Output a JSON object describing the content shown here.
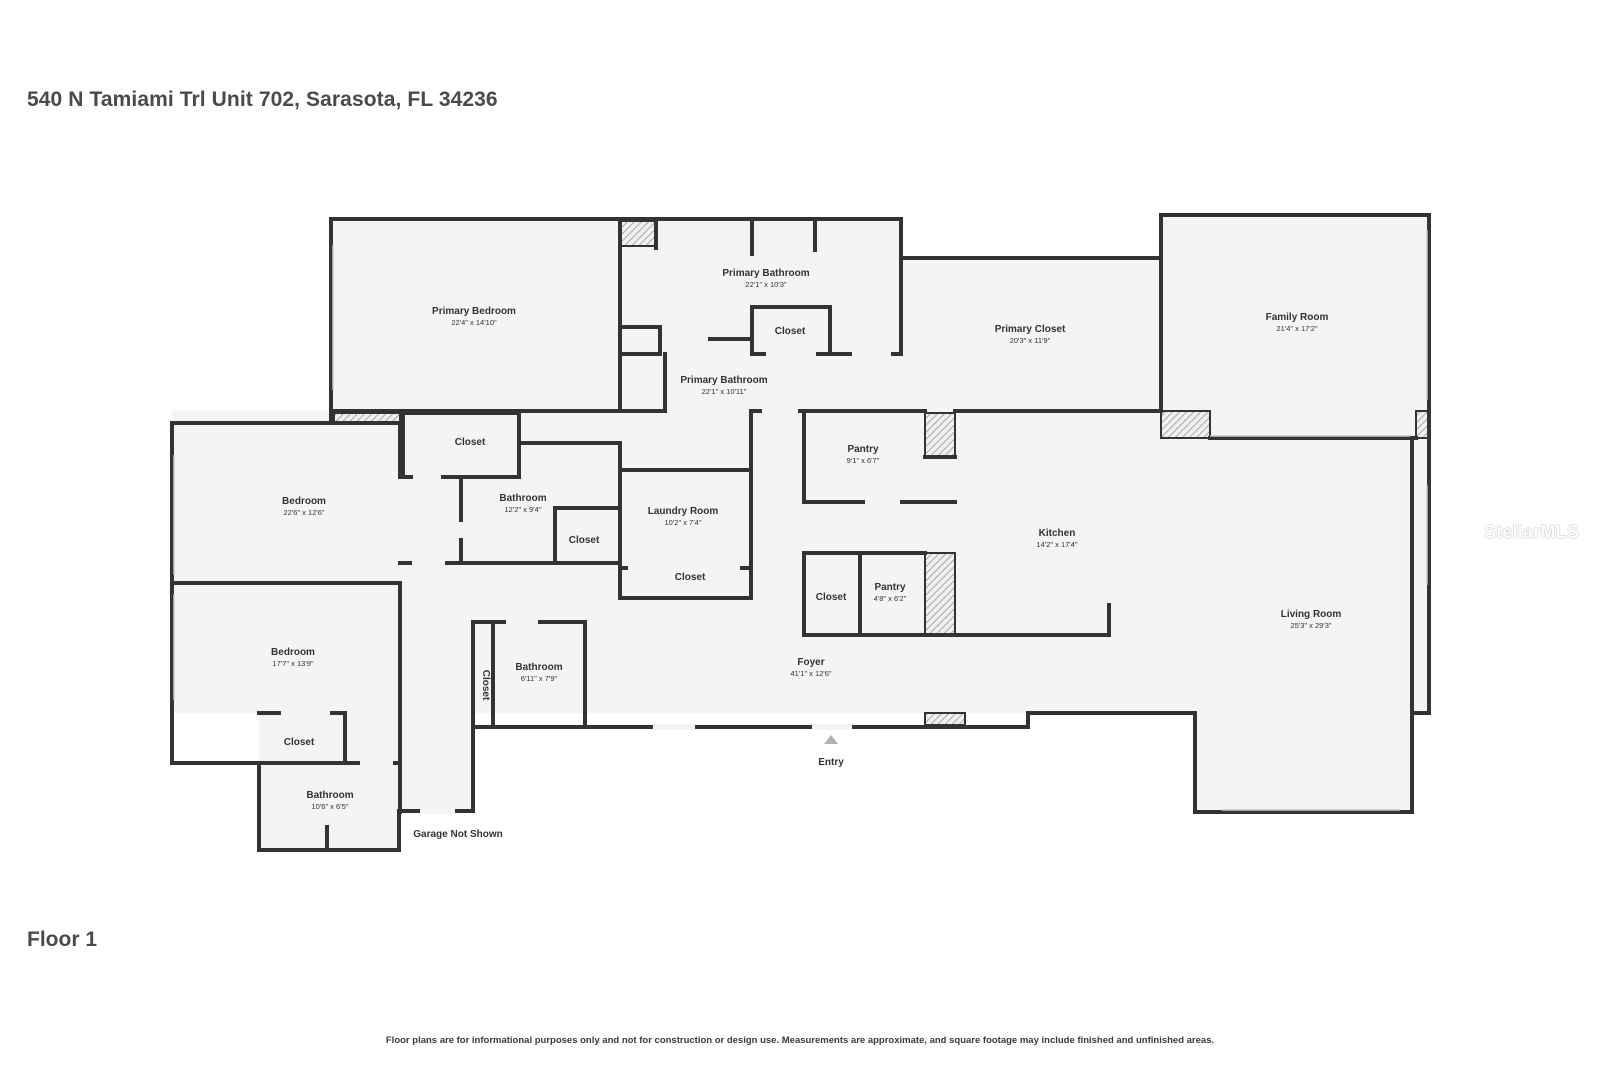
{
  "header": {
    "address": "540 N Tamiami Trl Unit 702, Sarasota, FL 34236"
  },
  "floor_label": "Floor 1",
  "disclaimer": "Floor plans are for informational purposes only and not for construction or design use. Measurements are approximate, and square footage may include finished and unfinished areas.",
  "watermark": "StellarMLS",
  "rooms": {
    "primary_bedroom": {
      "name": "Primary Bedroom",
      "dims": "22'4\" x 14'10\""
    },
    "primary_bathroom_upper": {
      "name": "Primary Bathroom",
      "dims": "22'1\" x 10'3\""
    },
    "primary_bath_closet": {
      "name": "Closet"
    },
    "primary_bathroom_lower": {
      "name": "Primary Bathroom",
      "dims": "22'1\" x 10'11\""
    },
    "primary_closet": {
      "name": "Primary Closet",
      "dims": "20'3\" x 11'9\""
    },
    "family_room": {
      "name": "Family Room",
      "dims": "21'4\" x 17'2\""
    },
    "closet_top": {
      "name": "Closet"
    },
    "bedroom_1": {
      "name": "Bedroom",
      "dims": "22'6\" x 12'6\""
    },
    "bathroom_1": {
      "name": "Bathroom",
      "dims": "12'2\" x 9'4\""
    },
    "closet_bath": {
      "name": "Closet"
    },
    "laundry": {
      "name": "Laundry Room",
      "dims": "10'2\" x 7'4\""
    },
    "closet_laundry": {
      "name": "Closet"
    },
    "pantry_1": {
      "name": "Pantry",
      "dims": "9'1\" x 6'7\""
    },
    "kitchen": {
      "name": "Kitchen",
      "dims": "14'2\" x 17'4\""
    },
    "closet_kitchen": {
      "name": "Closet"
    },
    "pantry_2": {
      "name": "Pantry",
      "dims": "4'8\" x 6'2\""
    },
    "living_room": {
      "name": "Living Room",
      "dims": "25'3\" x 29'3\""
    },
    "bedroom_2": {
      "name": "Bedroom",
      "dims": "17'7\" x 13'9\""
    },
    "closet_hall": {
      "name": "Closet"
    },
    "bathroom_2": {
      "name": "Bathroom",
      "dims": "6'11\" x 7'9\""
    },
    "foyer": {
      "name": "Foyer",
      "dims": "41'1\" x 12'6\""
    },
    "closet_bed2": {
      "name": "Closet"
    },
    "bathroom_3": {
      "name": "Bathroom",
      "dims": "10'6\" x 6'5\""
    }
  },
  "labels": {
    "entry": "Entry",
    "garage_note": "Garage Not Shown"
  },
  "colors": {
    "wall": "#333333",
    "floor": "#f4f4f4",
    "hatch": "#888888"
  }
}
